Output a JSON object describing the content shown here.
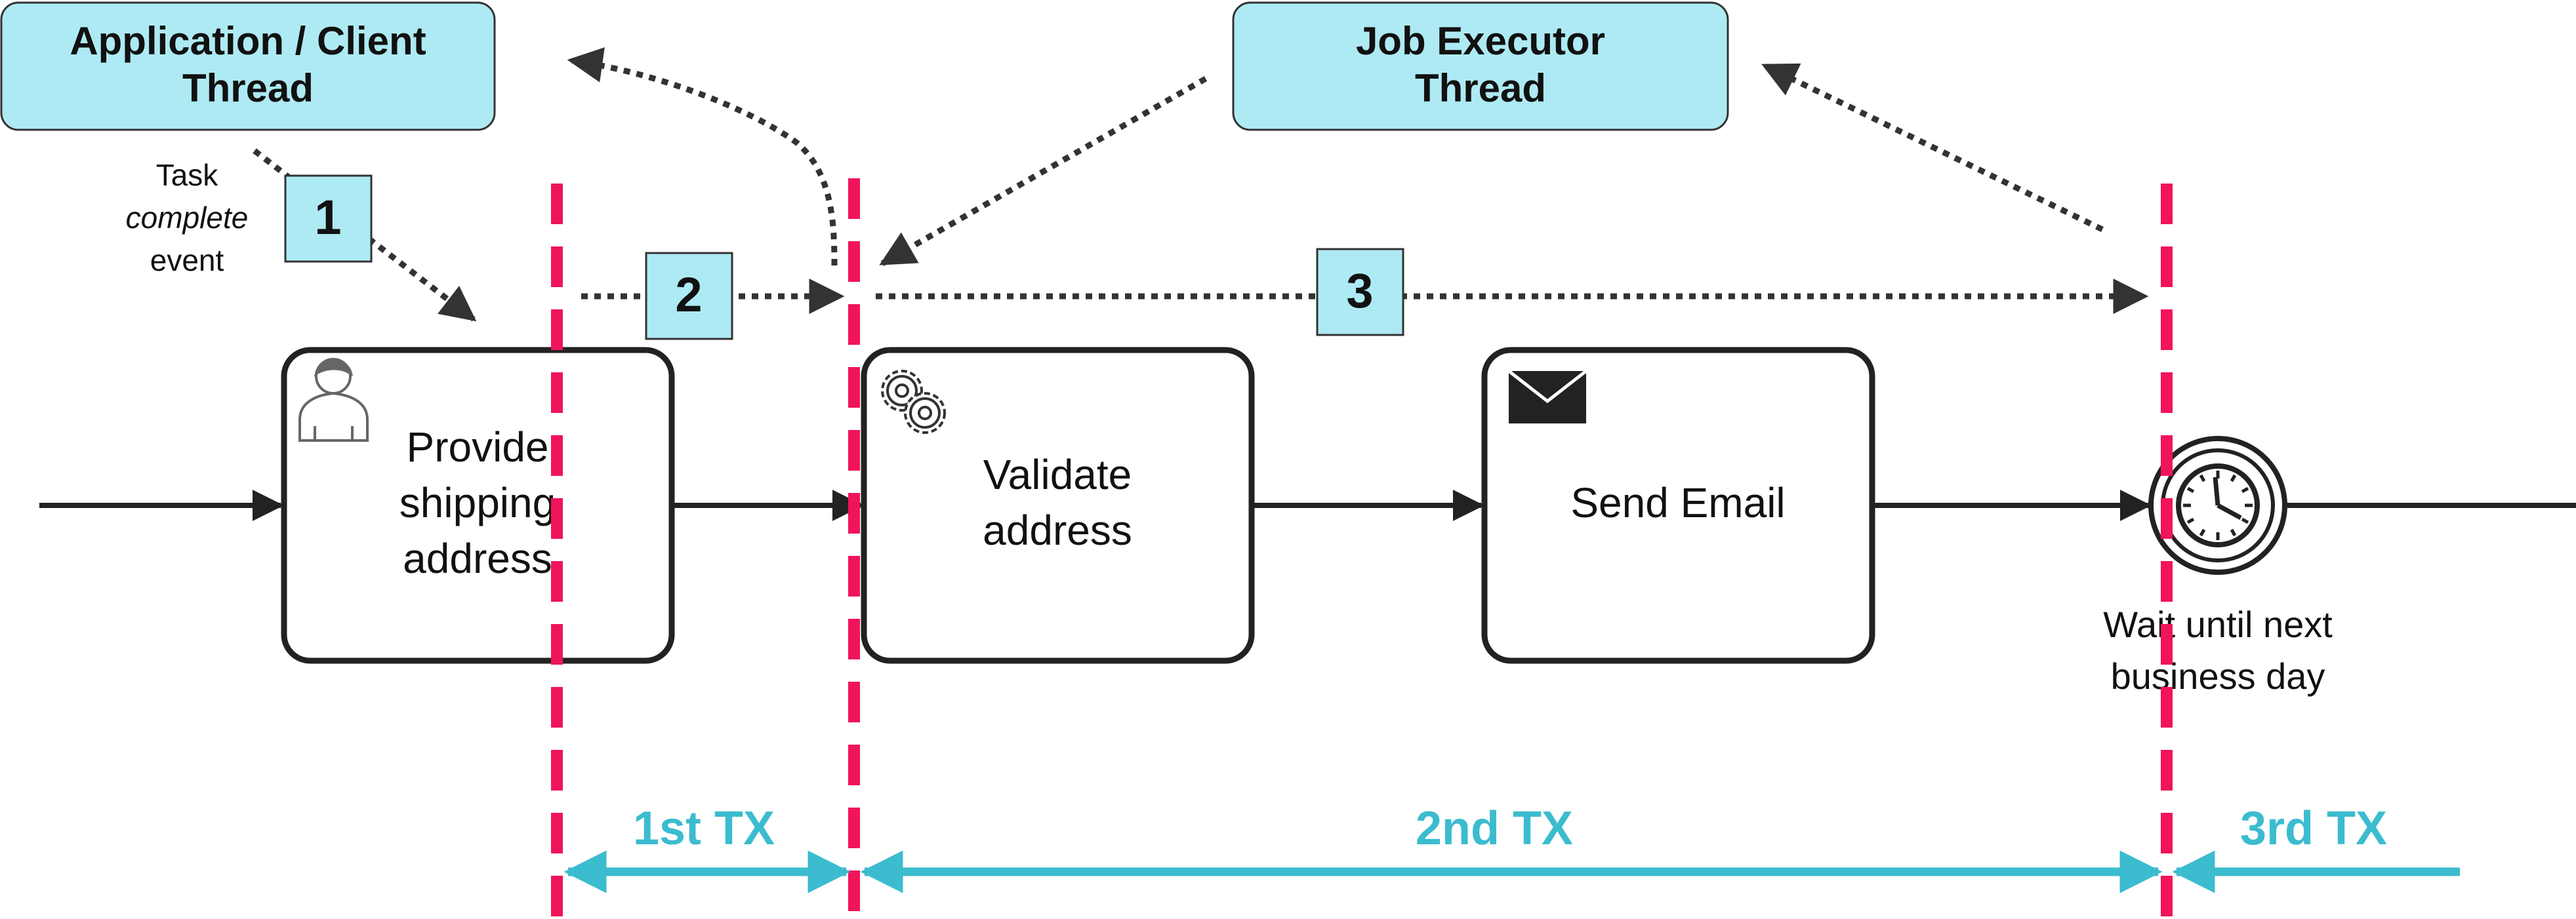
{
  "threads": {
    "application": [
      "Application / Client",
      "Thread"
    ],
    "job_executor": [
      "Job Executor",
      "Thread"
    ]
  },
  "event_note": {
    "line1": "Task",
    "line2": "complete",
    "line3": "event"
  },
  "steps": [
    "1",
    "2",
    "3"
  ],
  "tasks": {
    "provide": [
      "Provide",
      "shipping",
      "address"
    ],
    "validate": [
      "Validate",
      "address"
    ],
    "send": "Send Email"
  },
  "timer": {
    "label": [
      "Wait until next",
      "business day"
    ],
    "icon": "clock-icon"
  },
  "transactions": [
    "1st TX",
    "2nd TX",
    "3rd TX"
  ],
  "colors": {
    "thread_fill": "#aeeaf3",
    "step_fill": "#aeeaf3",
    "boundary": "#f0145a",
    "tx_arrow": "#3bbccf",
    "flow": "#222222"
  }
}
